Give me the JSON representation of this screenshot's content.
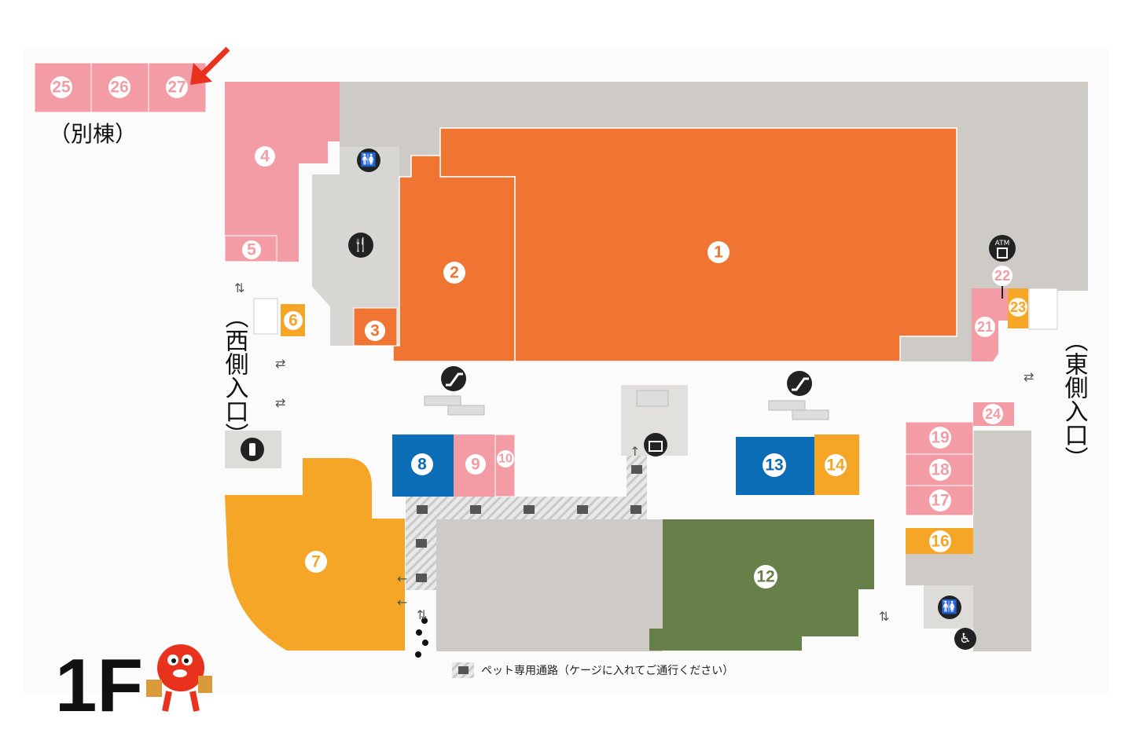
{
  "floor": {
    "label": "1F"
  },
  "annex_label": "（別棟）",
  "west_entrance": "（西側入口）",
  "east_entrance": "（東側入口）",
  "legend": {
    "pet_path": "ペット専用通路（ケージに入れてご通行ください）"
  },
  "colors": {
    "orange": "#f07533",
    "pink": "#f39ca6",
    "yellow": "#f5a627",
    "blue": "#0c6db7",
    "green": "#67804a",
    "gray": "#cecbc6",
    "arrow": "#e8321e"
  },
  "stores": {
    "s1": "1",
    "s2": "2",
    "s3": "3",
    "s4": "4",
    "s5": "5",
    "s6": "6",
    "s7": "7",
    "s8": "8",
    "s9": "9",
    "s10": "10",
    "s12": "12",
    "s13": "13",
    "s14": "14",
    "s16": "16",
    "s17": "17",
    "s18": "18",
    "s19": "19",
    "s21": "21",
    "s22": "22",
    "s23": "23",
    "s24": "24",
    "s25": "25",
    "s26": "26",
    "s27": "27"
  },
  "icons": {
    "atm": "ATM",
    "restroom": "restroom-icon",
    "restaurant": "restaurant-icon",
    "escalator": "escalator-icon",
    "elevator": "elevator-icon",
    "nursing": "nursing-room-icon",
    "accessible": "wheelchair-icon"
  }
}
